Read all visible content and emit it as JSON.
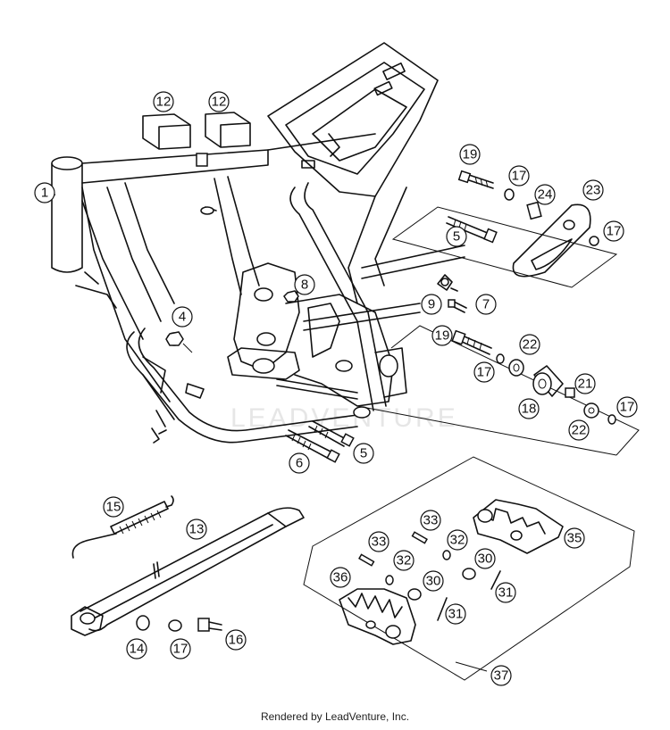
{
  "diagram": {
    "watermark": "LEADVENTURE",
    "footer": "Rendered by LeadVenture, Inc.",
    "callouts": {
      "c1": "1",
      "c4": "4",
      "c5a": "5",
      "c5b": "5",
      "c6": "6",
      "c7": "7",
      "c8": "8",
      "c9": "9",
      "c12a": "12",
      "c12b": "12",
      "c13": "13",
      "c14": "14",
      "c15": "15",
      "c16": "16",
      "c17a": "17",
      "c17b": "17",
      "c17c": "17",
      "c17d": "17",
      "c17e": "17",
      "c18": "18",
      "c19a": "19",
      "c19b": "19",
      "c21": "21",
      "c22a": "22",
      "c22b": "22",
      "c23": "23",
      "c24": "24",
      "c30a": "30",
      "c30b": "30",
      "c31a": "31",
      "c31b": "31",
      "c32a": "32",
      "c32b": "32",
      "c33a": "33",
      "c33b": "33",
      "c35": "35",
      "c36": "36",
      "c37": "37"
    }
  }
}
